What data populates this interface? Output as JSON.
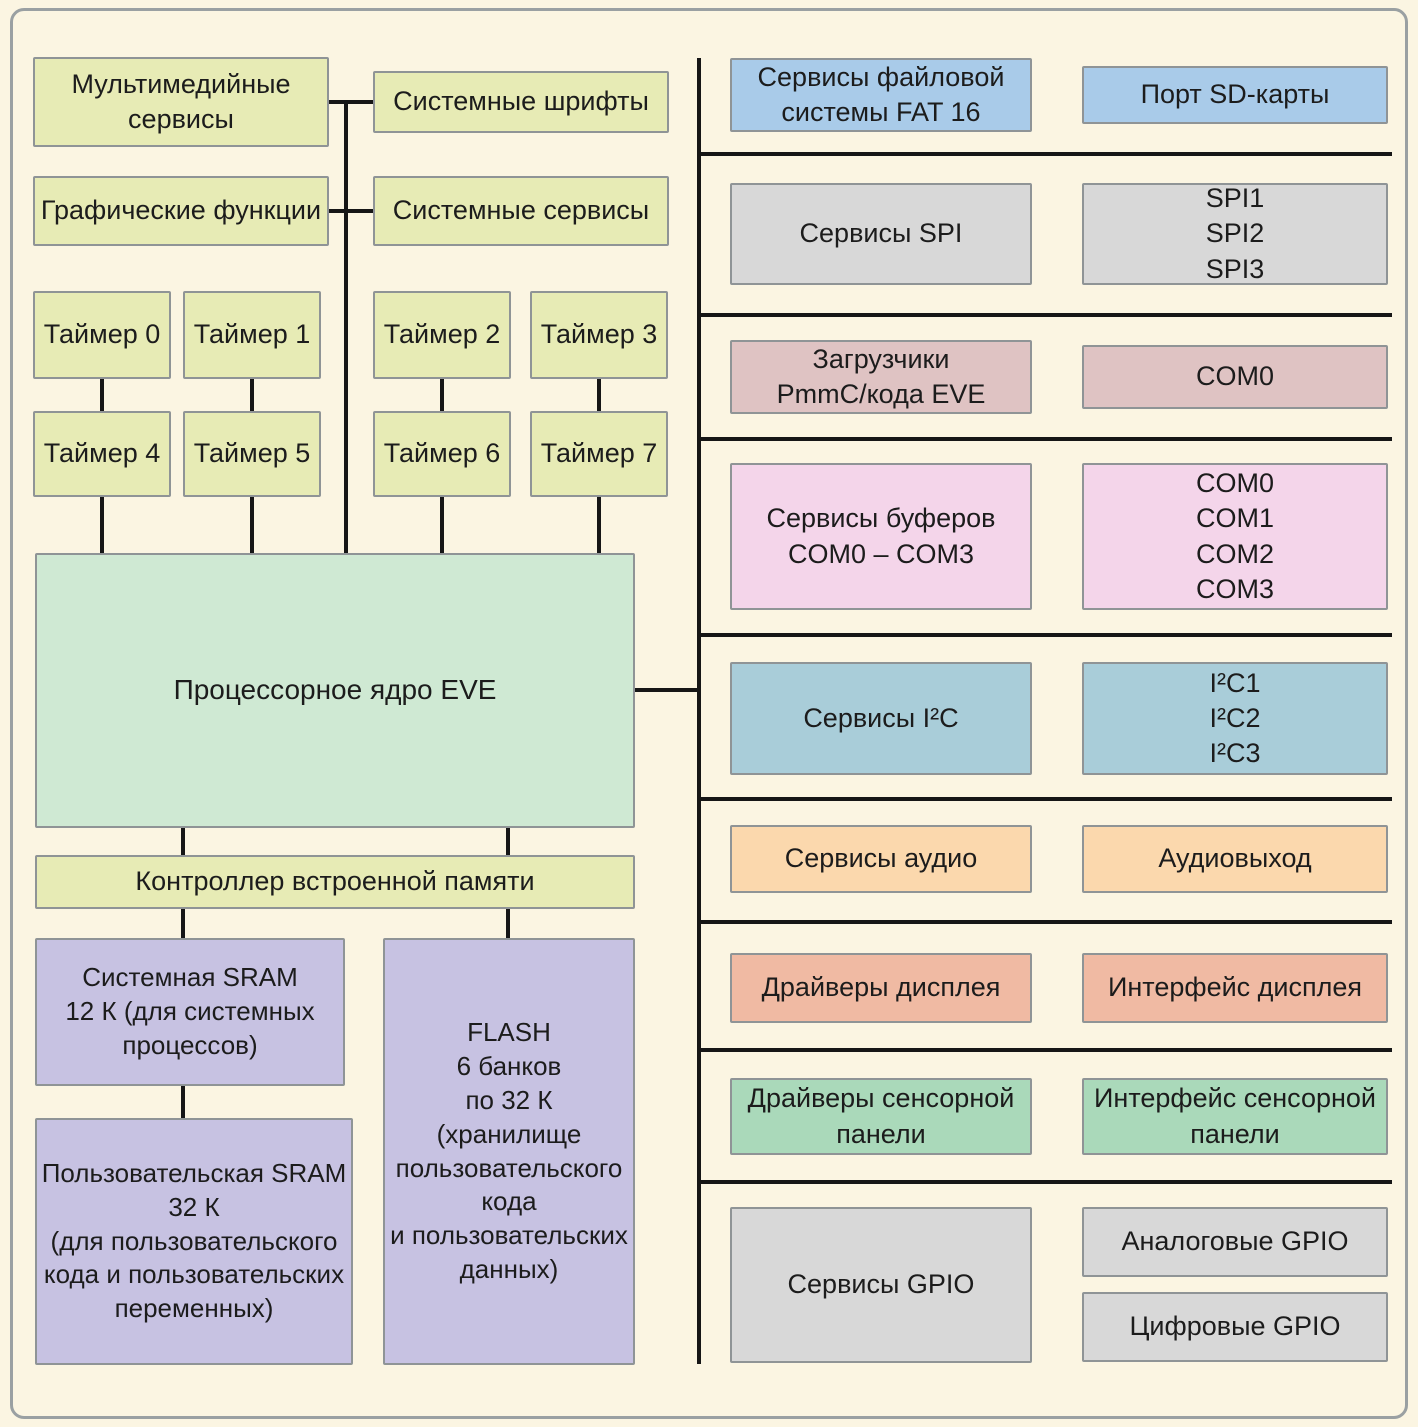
{
  "colors": {
    "background": "#fbf5e2",
    "yellow_green": "#e7ebb5",
    "core_green": "#cfe9d3",
    "purple": "#c7c2e2",
    "blue": "#a9cbe9",
    "gray": "#d8d8d8",
    "rose": "#dfc3c3",
    "pink": "#f4d5ea",
    "teal": "#a9cdd9",
    "peach": "#fbd8ad",
    "salmon": "#f0baa3",
    "green": "#aad9ba",
    "line": "#161616"
  },
  "left": {
    "multimedia_services": "Мультимедийные\nсервисы",
    "system_fonts": "Системные шрифты",
    "graphic_functions": "Графические функции",
    "system_services": "Системные сервисы",
    "timers": [
      "Таймер 0",
      "Таймер 1",
      "Таймер 2",
      "Таймер 3",
      "Таймер 4",
      "Таймер 5",
      "Таймер 6",
      "Таймер 7"
    ],
    "cpu_core": "Процессорное ядро EVE",
    "memory_controller": "Контроллер встроенной памяти",
    "system_sram": "Системная SRAM\n12 К (для системных\nпроцессов)",
    "user_sram": "Пользовательская SRAM\n32 К\n(для пользовательского\nкода и пользовательских\nпеременных)",
    "flash": "FLASH\n6 банков\nпо 32 К\n(хранилище\nпользовательского\nкода\nи пользовательских\nданных)"
  },
  "right": {
    "rows": [
      {
        "service": "Сервисы файловой\nсистемы FAT 16",
        "port": "Порт SD-карты"
      },
      {
        "service": "Сервисы SPI",
        "port": "SPI1\nSPI2\nSPI3"
      },
      {
        "service": "Загрузчики\nPmmC/кода EVE",
        "port": "COM0"
      },
      {
        "service": "Сервисы буферов\nCOM0 – COM3",
        "port": "COM0\nCOM1\nCOM2\nCOM3"
      },
      {
        "service": "Сервисы I²C",
        "port": "I²C1\nI²C2\nI²C3"
      },
      {
        "service": "Сервисы аудио",
        "port": "Аудиовыход"
      },
      {
        "service": "Драйверы дисплея",
        "port": "Интерфейс дисплея"
      },
      {
        "service": "Драйверы сенсорной\nпанели",
        "port": "Интерфейс сенсорной\nпанели"
      },
      {
        "service": "Сервисы GPIO",
        "port_analog": "Аналоговые GPIO",
        "port_digital": "Цифровые GPIO"
      }
    ]
  }
}
